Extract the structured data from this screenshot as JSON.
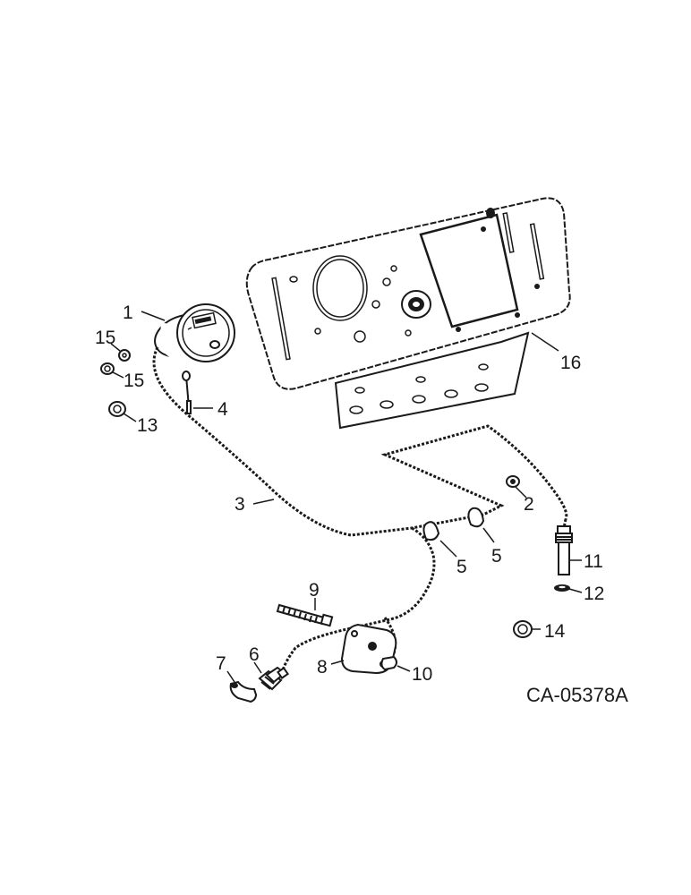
{
  "diagram_code": "CA-05378A",
  "callouts": [
    {
      "id": "1",
      "part": "gauge"
    },
    {
      "id": "2",
      "part": "clip"
    },
    {
      "id": "3",
      "part": "cable"
    },
    {
      "id": "4",
      "part": "bulb"
    },
    {
      "id": "5",
      "part": "clip"
    },
    {
      "id": "5",
      "part": "clip"
    },
    {
      "id": "6",
      "part": "sender"
    },
    {
      "id": "7",
      "part": "elbow"
    },
    {
      "id": "8",
      "part": "bracket"
    },
    {
      "id": "9",
      "part": "stud"
    },
    {
      "id": "10",
      "part": "connector"
    },
    {
      "id": "11",
      "part": "sensor"
    },
    {
      "id": "12",
      "part": "washer"
    },
    {
      "id": "13",
      "part": "grommet"
    },
    {
      "id": "14",
      "part": "grommet"
    },
    {
      "id": "15",
      "part": "washer"
    },
    {
      "id": "15",
      "part": "washer"
    },
    {
      "id": "16",
      "part": "instrument-panel"
    }
  ],
  "colors": {
    "ink": "#1a1a1a",
    "paper": "#ffffff"
  }
}
